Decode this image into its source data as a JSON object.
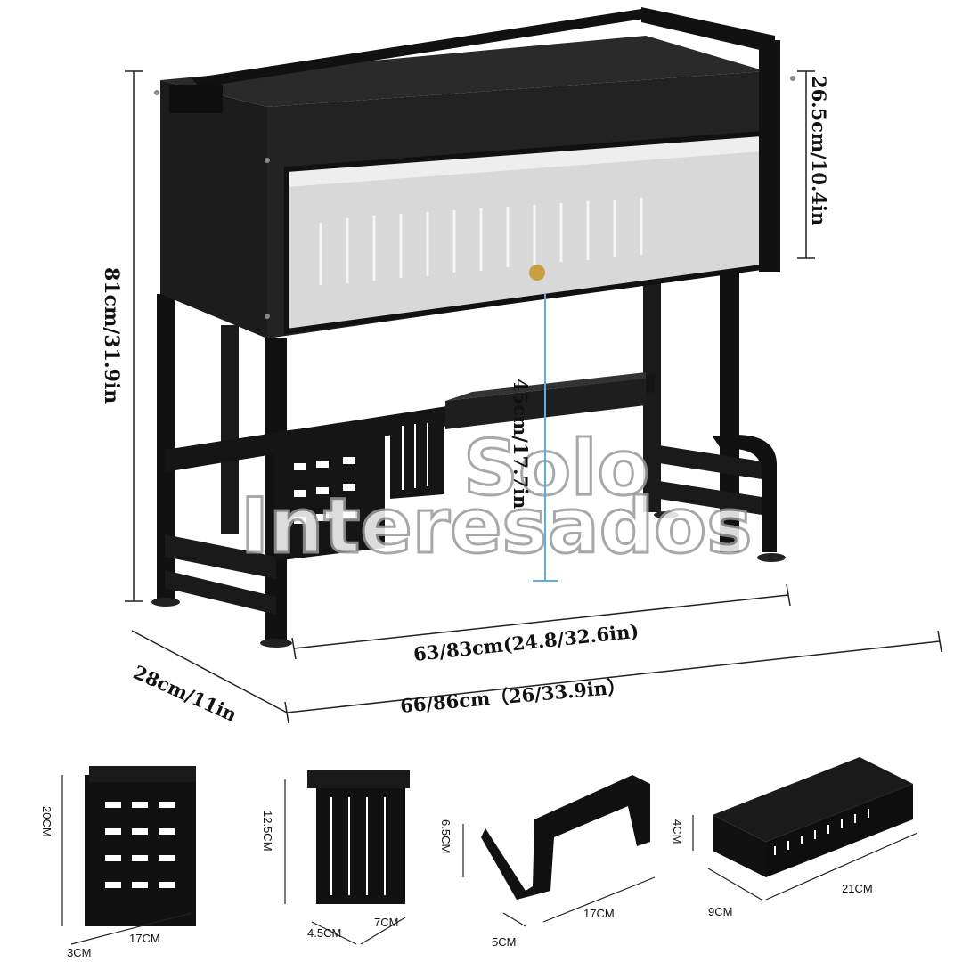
{
  "dimensions": {
    "height_total": "81cm/31.9in",
    "cabinet_height": "26.5cm/10.4in",
    "clearance_height": "45cm/17.7in",
    "width_inner": "63/83cm(24.8/32.6in)",
    "width_outer": "66/86cm（26/33.9in）",
    "depth": "28cm/11in"
  },
  "watermark": {
    "line1": "Solo",
    "line2": "Interesados"
  },
  "accessories": [
    {
      "name": "knife holder",
      "height": "20CM",
      "width": "17CM",
      "depth": "3CM"
    },
    {
      "name": "utensil holder",
      "height": "12.5CM",
      "width": "7CM",
      "depth": "4.5CM"
    },
    {
      "name": "towel bar",
      "height": "6.5CM",
      "width": "17CM",
      "depth": "5CM"
    },
    {
      "name": "tray basket",
      "height": "4CM",
      "width": "21CM",
      "depth": "9CM"
    }
  ],
  "colors": {
    "frame": "#111111",
    "dimension_line": "#222222",
    "clearance_line": "#5ab0d8",
    "panel": "#d8d8d8",
    "knob": "#c9a040"
  }
}
